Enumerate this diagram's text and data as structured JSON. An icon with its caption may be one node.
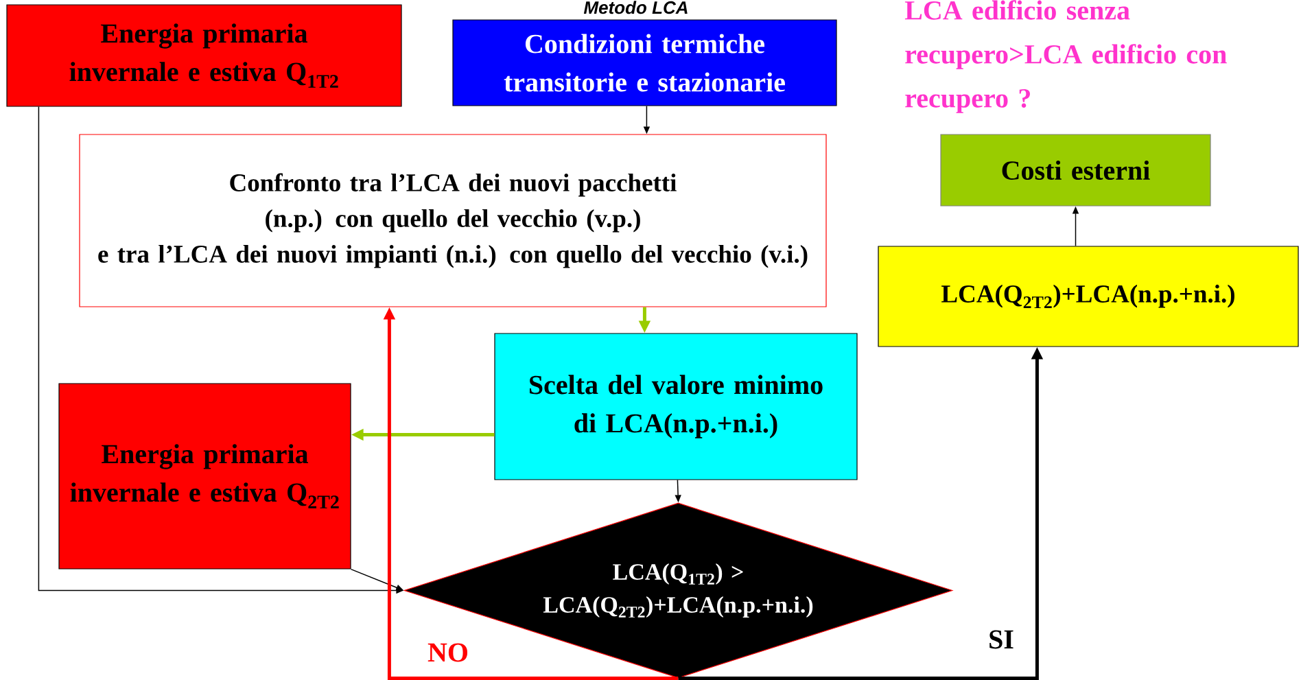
{
  "diagram": {
    "title": "Metodo LCA",
    "nodes": [
      {
        "text": [
          "Energia primaria invernale  e estiva Q$_{1T2}$"
        ]
      },
      {
        "text": [
          "Condizioni termiche transitorie e stazionarie"
        ]
      },
      {
        "text": [
          "Confronto  tra l’LCA dei nuovi pacchetti (n.p.) con quello del vecchio (v.p.)",
          "e tra l’LCA dei nuovi impianti (n.i.) con quello del vecchio (v.i.)"
        ]
      },
      {
        "text": [
          "Costi esterni"
        ]
      },
      {
        "text": [
          "LCA(Q$_{2T2}$)+LCA(n.p.+n.i.)"
        ]
      },
      {
        "text": [
          "Scelta del valore minimo di LCA(n.p.+n.i.)"
        ]
      },
      {
        "text": [
          "Energia primaria invernale  e estiva Q$_{2T2}$"
        ]
      },
      {
        "text": [
          "LCA(Q$_{1T2}$) > LCA(Q$_{2T2}$)+LCA(n.p.+n.i.)"
        ]
      }
    ],
    "edges": [
      {
        "from": 1,
        "to": 2,
        "arrow": "to"
      },
      {
        "from": 2,
        "to": 5,
        "arrow": "to",
        "style": "thick",
        "color": "#99cc00"
      },
      {
        "from": 5,
        "to": 6,
        "arrow": "to",
        "style": "thick",
        "color": "#99cc00"
      },
      {
        "from": 5,
        "to": 7,
        "arrow": "to"
      },
      {
        "from": 6,
        "to": 7,
        "arrow": "to"
      },
      {
        "from": 0,
        "to": 7,
        "arrow": "to"
      },
      {
        "from": 7,
        "to": 2,
        "arrow": "to",
        "label": "NO",
        "style": "thick",
        "color": "#ff0000"
      },
      {
        "from": 7,
        "to": 4,
        "arrow": "to",
        "label": "SI",
        "style": "thick"
      },
      {
        "from": 4,
        "to": 3,
        "arrow": "to"
      }
    ],
    "labels": [
      "LCA edificio senza recupero>LCA edificio con recupero ?"
    ]
  }
}
